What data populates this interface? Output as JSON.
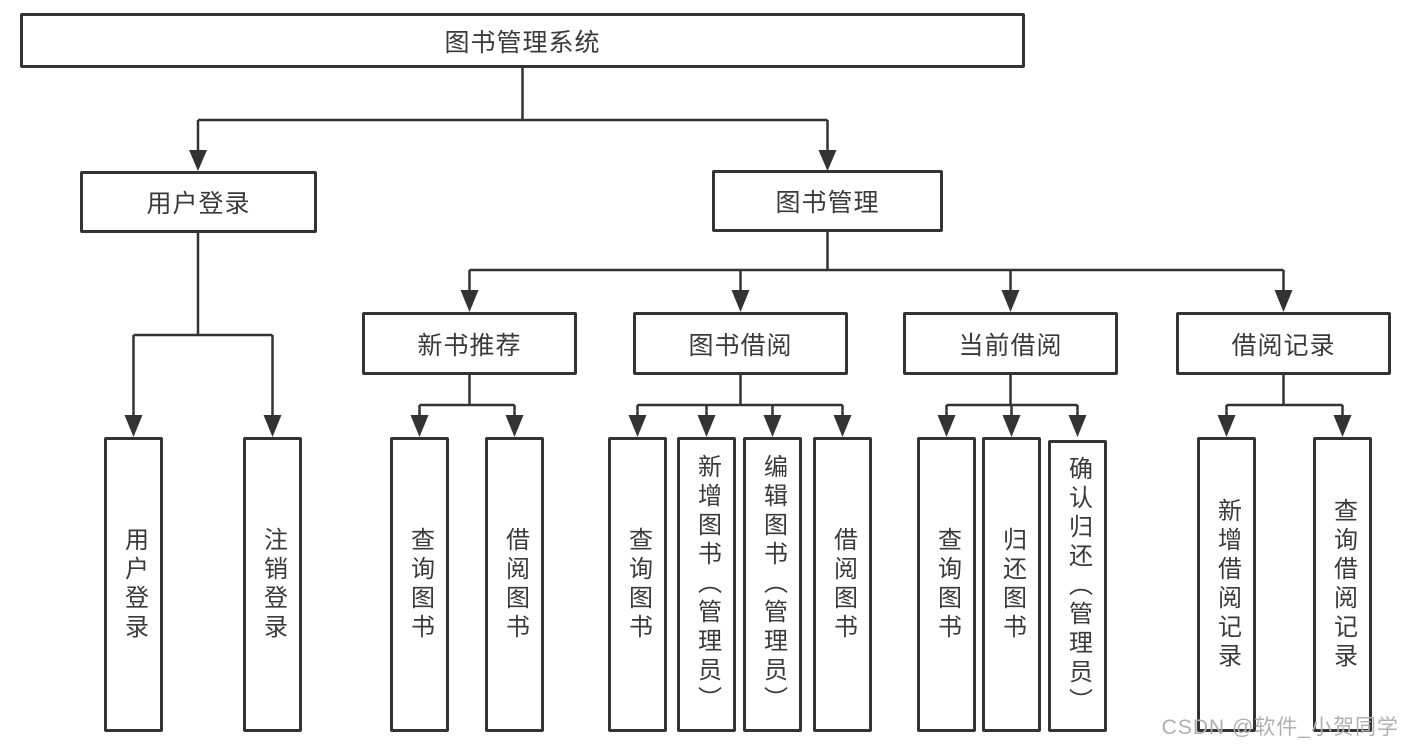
{
  "nodes": {
    "root": "图书管理系统",
    "level2": {
      "user_login": "用户登录",
      "book_management": "图书管理"
    },
    "level3": {
      "new_book_recommend": "新书推荐",
      "book_borrow": "图书借阅",
      "current_borrow": "当前借阅",
      "borrow_records": "借阅记录"
    },
    "level4": {
      "login": [
        "用户登录",
        "注销登录"
      ],
      "recommend": [
        "查询图书",
        "借阅图书"
      ],
      "borrow": [
        "查询图书",
        "新增图书（管理员）",
        "编辑图书（管理员）",
        "借阅图书"
      ],
      "current": [
        "查询图书",
        "归还图书",
        "确认归还（管理员）"
      ],
      "records": [
        "新增借阅记录",
        "查询借阅记录"
      ]
    }
  },
  "watermark": "CSDN @软件_小贺同学",
  "colors": {
    "line": "#333333",
    "text": "#3a3a3a",
    "background": "#ffffff",
    "watermark": "#b0b0b0"
  }
}
